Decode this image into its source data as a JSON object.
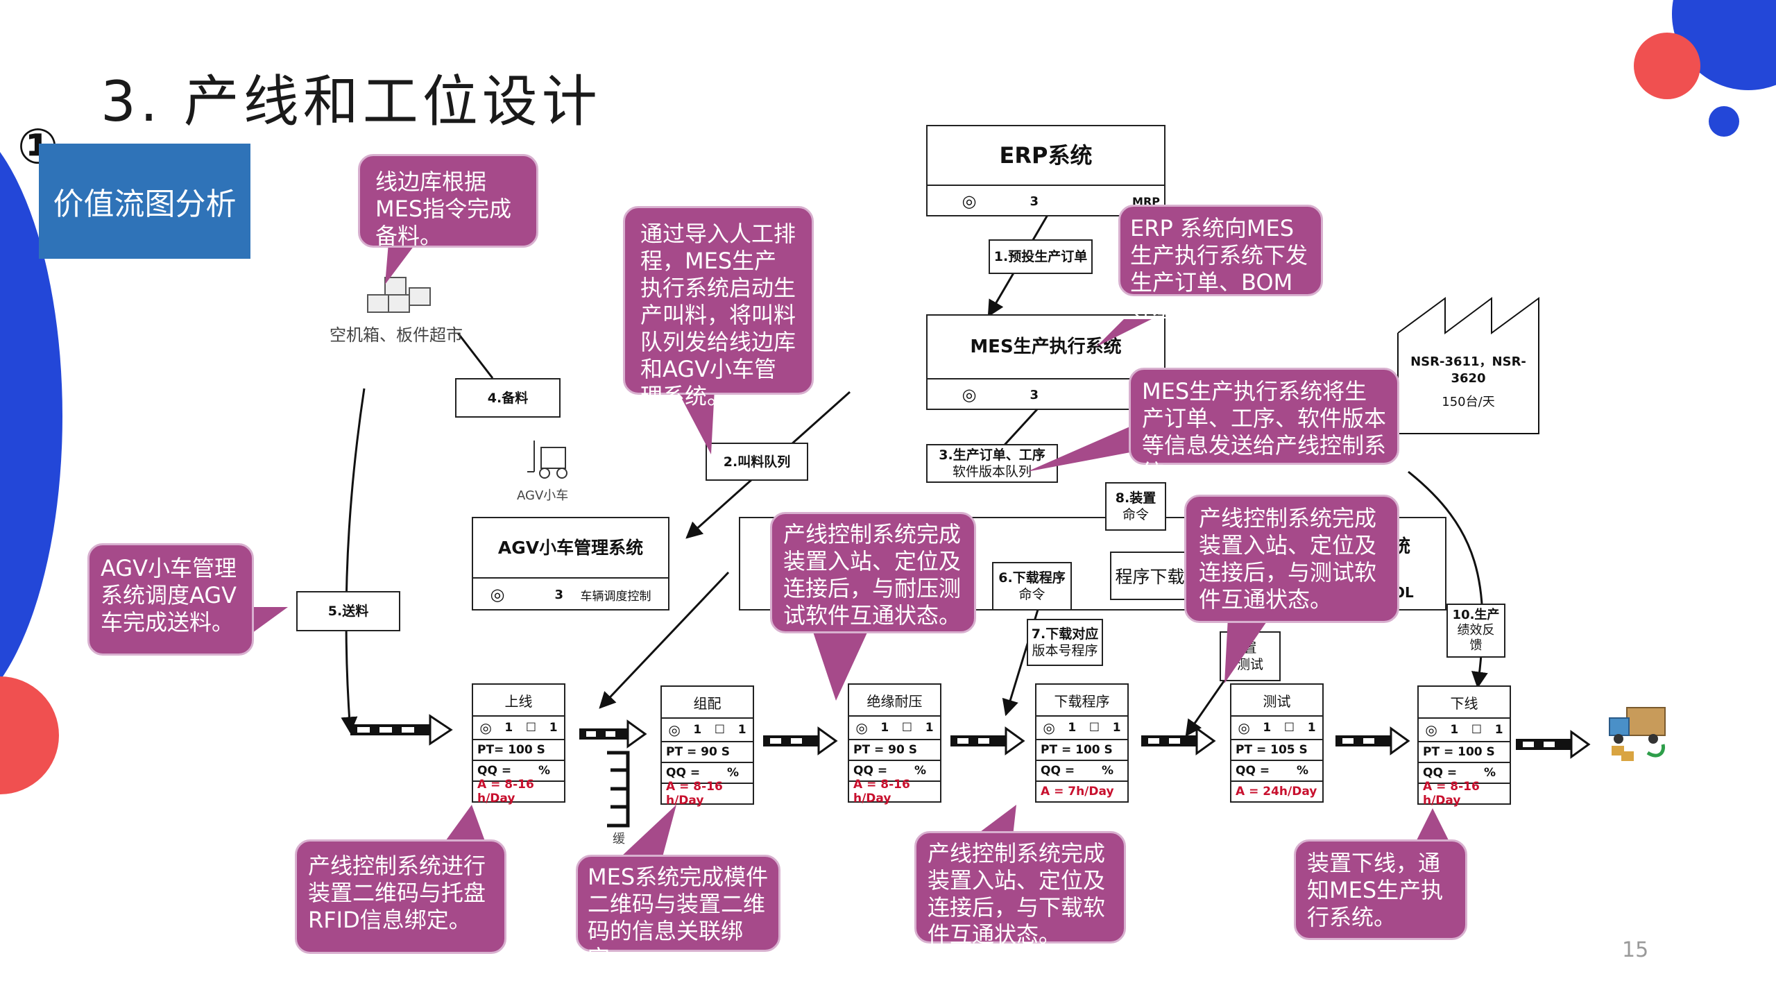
{
  "slide": {
    "title": "3. 产线和工位设计",
    "section_number": "①",
    "section_tag": "价值流图分析",
    "page_number": "15"
  },
  "systems": {
    "erp": {
      "title": "ERP系统",
      "count": "3",
      "mrp": "MRP"
    },
    "mes": {
      "title": "MES生产执行系统",
      "count": "3"
    },
    "agv": {
      "title": "AGV小车管理系统",
      "count": "3",
      "sub": "车辆调度控制"
    },
    "plc_fragment": "统",
    "tool_fragment": "-TOOL",
    "prog_download_fragment": "程序下载"
  },
  "supplier": {
    "name": "NSR-3611，NSR-3620",
    "rate": "150台/天"
  },
  "supermarket_label": "空机箱、板件超市",
  "agv_icon_label": "AGV小车",
  "buffer_label": "缓",
  "flow_labels": {
    "f1": "1.预投生产订单",
    "f2": "2.叫料队列",
    "f3_line1": "3.生产订单、工序",
    "f3_line2": "软件版本队列",
    "f4": "4.备料",
    "f5": "5.送料",
    "f6_line1": "6.下载程序",
    "f6_line2": "命令",
    "f7_line1": "7.下载对应",
    "f7_line2": "版本号程序",
    "f8_line1": "8.装置",
    "f8_line2": "命令",
    "f9_line1": "置",
    "f9_line2": "测试",
    "f10_line1": "10.生产",
    "f10_line2": "绩效反",
    "f10_line3": "馈"
  },
  "processes": [
    {
      "name": "上线",
      "ops": "1",
      "inv": "1",
      "pt": "PT= 100 S",
      "qq": "QQ =",
      "pct": "%",
      "a": "A = 8-16 h/Day"
    },
    {
      "name": "组配",
      "ops": "1",
      "inv": "1",
      "pt": "PT = 90 S",
      "qq": "QQ =",
      "pct": "%",
      "a": "A = 8-16 h/Day"
    },
    {
      "name": "绝缘耐压",
      "ops": "1",
      "inv": "1",
      "pt": "PT = 90 S",
      "qq": "QQ =",
      "pct": "%",
      "a": "A = 8-16 h/Day"
    },
    {
      "name": "下载程序",
      "ops": "1",
      "inv": "1",
      "pt": "PT = 100 S",
      "qq": "QQ =",
      "pct": "%",
      "a": "A = 7h/Day"
    },
    {
      "name": "测试",
      "ops": "1",
      "inv": "1",
      "pt": "PT = 105 S",
      "qq": "QQ =",
      "pct": "%",
      "a": "A =  24h/Day"
    },
    {
      "name": "下线",
      "ops": "1",
      "inv": "1",
      "pt": "PT = 100 S",
      "qq": "QQ =",
      "pct": "%",
      "a": "A = 8-16 h/Day"
    }
  ],
  "callouts": {
    "c1": "线边库根据MES指令完成备料。",
    "c2": "通过导入人工排程，MES生产执行系统启动生产叫料，将叫料队列发给线边库和AGV小车管理系统。",
    "c3": "ERP 系统向MES生产执行系统下发生产订单、BOM等基础数据。",
    "c4": "MES生产执行系统将生产订单、工序、软件版本等信息发送给产线控制系统。",
    "c5": "AGV小车管理系统调度AGV车完成送料。",
    "c6": "产线控制系统完成装置入站、定位及连接后，与耐压测试软件互通状态。",
    "c7": "产线控制系统完成装置入站、定位及连接后，与测试软件互通状态。",
    "c8": "产线控制系统进行装置二维码与托盘RFID信息绑定。",
    "c9": "MES系统完成模件二维码与装置二维码的信息关联绑定。",
    "c10": "产线控制系统完成装置入站、定位及连接后，与下载软件互通状态。",
    "c11": "装置下线，通知MES生产执行系统。"
  },
  "colors": {
    "callout": "#a64a8a",
    "tag_blue": "#2f73b8",
    "deco_blue": "#2347d8",
    "deco_red": "#f05050",
    "alert_red": "#c8102e"
  }
}
